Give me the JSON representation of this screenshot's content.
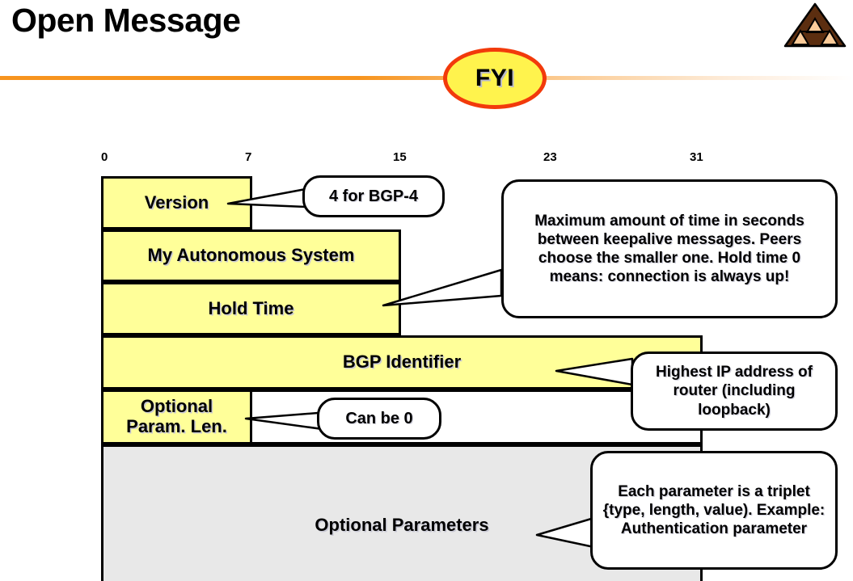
{
  "header": {
    "title": "Open Message",
    "badge_label": "FYI",
    "logo_name": "sierpinski-triangle-logo",
    "rule_color": "#F7941E"
  },
  "diagram": {
    "bit_ticks": [
      "0",
      "7",
      "15",
      "23",
      "31"
    ],
    "colors": {
      "field_fill": "#FFFF99",
      "optional_params_fill": "#E8E8E8",
      "border": "#000000"
    },
    "fields": [
      {
        "name": "version",
        "label": "Version"
      },
      {
        "name": "my-autonomous-system",
        "label": "My Autonomous System"
      },
      {
        "name": "hold-time",
        "label": "Hold Time"
      },
      {
        "name": "bgp-identifier",
        "label": "BGP Identifier"
      },
      {
        "name": "optional-param-len",
        "label": "Optional\nParam. Len."
      },
      {
        "name": "optional-parameters",
        "label": "Optional Parameters"
      }
    ],
    "field_labels": {
      "version": "Version",
      "my_autonomous_system": "My Autonomous System",
      "hold_time": "Hold Time",
      "bgp_identifier": "BGP Identifier",
      "optional_param_len_line1": "Optional",
      "optional_param_len_line2": "Param. Len.",
      "optional_parameters": "Optional Parameters"
    }
  },
  "callouts": {
    "version_note": "4 for BGP-4",
    "hold_time_note": "Maximum amount of time in seconds between keepalive messages. Peers choose the smaller one. Hold time 0 means: connection is always up!",
    "bgp_identifier_note": "Highest IP address of router (including loopback)",
    "opt_param_len_note": "Can be 0",
    "optional_parameters_note": "Each parameter is a triplet {type, length, value). Example: Authentication parameter"
  }
}
